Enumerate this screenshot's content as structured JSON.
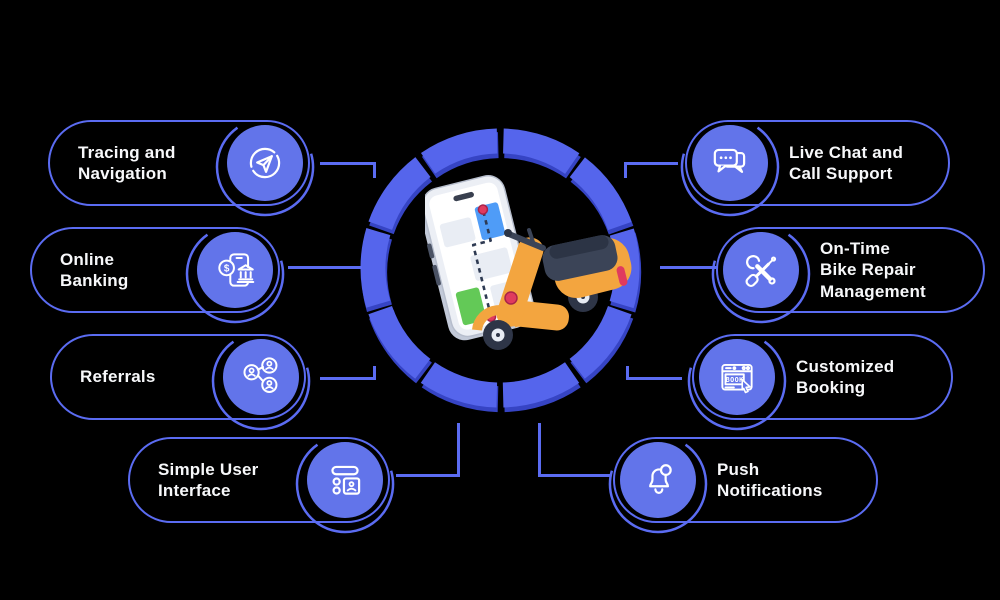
{
  "colors": {
    "background": "#000000",
    "accent": "#5b6cf2",
    "ring": "#5565ec",
    "ring_dark": "#3644c4",
    "icon_bg": "#6274ea",
    "text_color": "#f7f8fa",
    "map_blue": "#4f9cf7",
    "map_green": "#63c957",
    "route_red": "#e03a5e",
    "scooter_orange": "#f3a53f",
    "scooter_seat": "#3b4457"
  },
  "center": {
    "illustration": "phone-map-scooter-illustration"
  },
  "icons": {
    "booking_label": "BOOK",
    "currency_symbol": "$"
  },
  "features": [
    {
      "id": "tracing-navigation",
      "side": "left",
      "icon": "navigation-send-icon",
      "lines": [
        "Tracing and",
        "Navigation"
      ]
    },
    {
      "id": "online-banking",
      "side": "left",
      "icon": "mobile-banking-icon",
      "lines": [
        "Online Banking"
      ]
    },
    {
      "id": "referrals",
      "side": "left",
      "icon": "referral-network-icon",
      "lines": [
        "Referrals"
      ]
    },
    {
      "id": "simple-user-interface",
      "side": "left",
      "icon": "user-interface-icon",
      "lines": [
        "Simple User",
        "Interface"
      ]
    },
    {
      "id": "live-chat-call-support",
      "side": "right",
      "icon": "chat-bubbles-icon",
      "lines": [
        "Live Chat and",
        "Call Support"
      ]
    },
    {
      "id": "bike-repair-management",
      "side": "right",
      "icon": "repair-tools-icon",
      "lines": [
        "On-Time",
        "Bike Repair",
        "Management"
      ]
    },
    {
      "id": "customized-booking",
      "side": "right",
      "icon": "booking-window-icon",
      "lines": [
        "Customized",
        "Booking"
      ]
    },
    {
      "id": "push-notifications",
      "side": "right",
      "icon": "notification-bell-icon",
      "lines": [
        "Push Notifications"
      ]
    }
  ]
}
